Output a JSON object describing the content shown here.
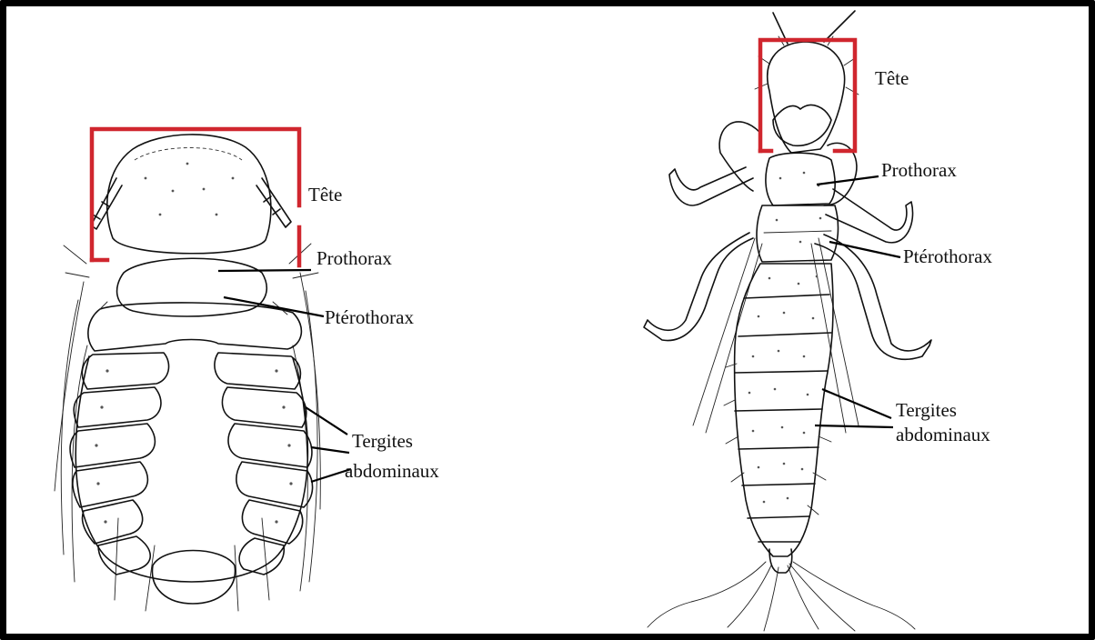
{
  "colors": {
    "frame": "#000000",
    "highlight": "#d0262e",
    "ink": "#111111",
    "background": "#ffffff"
  },
  "figures": [
    {
      "id": "left",
      "labels": {
        "head": "Tête",
        "prothorax": "Prothorax",
        "pterothorax": "Ptérothorax",
        "tergites_line1": "Tergites",
        "tergites_line2": "abdominaux"
      }
    },
    {
      "id": "right",
      "labels": {
        "head": "Tête",
        "prothorax": "Prothorax",
        "pterothorax": "Ptérothorax",
        "tergites_line1": "Tergites",
        "tergites_line2": "abdominaux"
      }
    }
  ]
}
